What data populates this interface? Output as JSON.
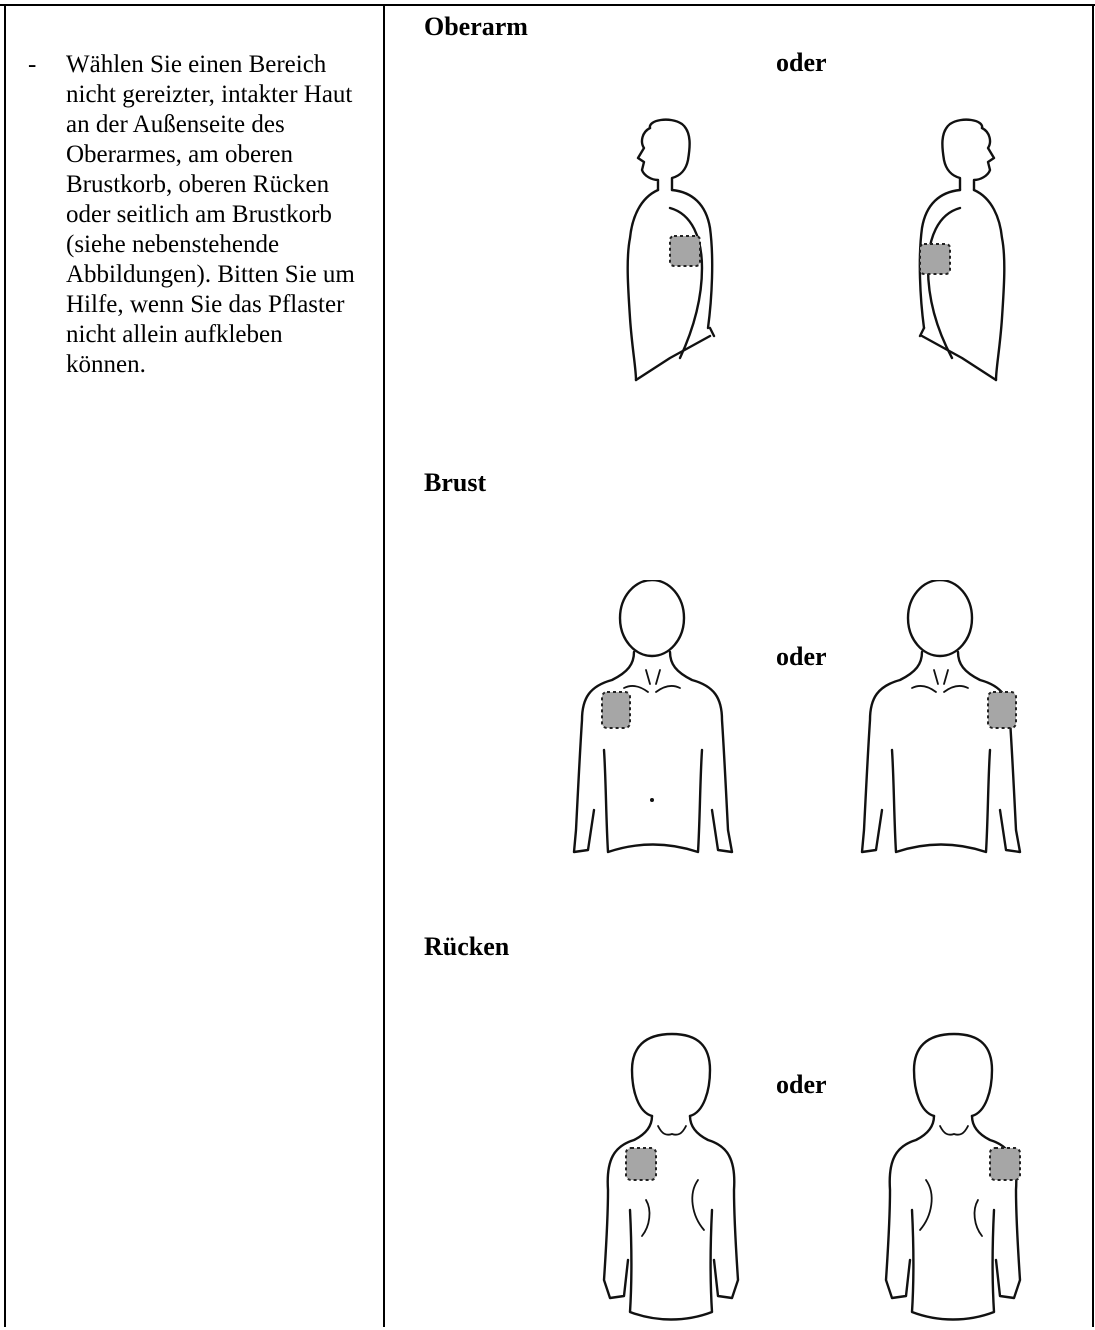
{
  "instruction": {
    "bullet": "-",
    "text": "Wählen Sie einen Bereich nicht gereizter, intakter Haut an der Außenseite des Oberarmes, am oberen Brustkorb, oberen Rücken oder seitlich am Brustkorb (siehe nebenstehende Abbildungen). Bitten Sie um Hilfe, wenn Sie das Pflaster nicht allein aufkleben können."
  },
  "sections": {
    "oberarm": {
      "title": "Oberarm",
      "or_label": "oder"
    },
    "brust": {
      "title": "Brust",
      "or_label": "oder"
    },
    "ruecken": {
      "title": "Rücken",
      "or_label": "oder"
    }
  }
}
